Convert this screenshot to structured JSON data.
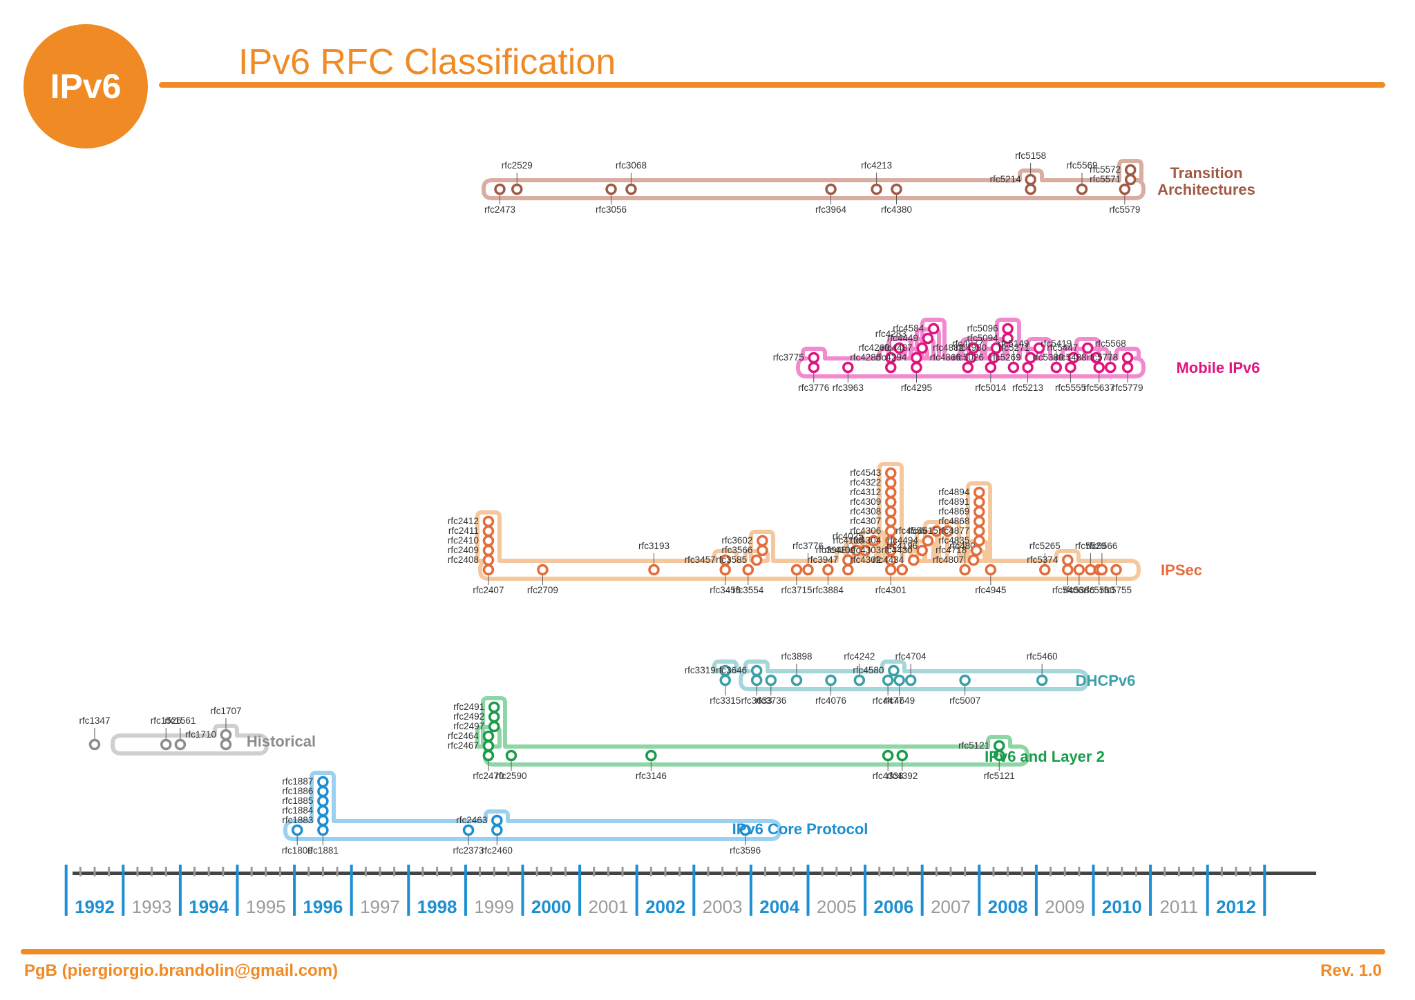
{
  "header": {
    "logo_text": "IPv6",
    "title": "IPv6 RFC Classification"
  },
  "footer": {
    "author": "PgB (piergiorgio.brandolin@gmail.com)",
    "revision": "Rev. 1.0"
  },
  "colors": {
    "accent": "#f08a24",
    "axis": "#444444",
    "year_even": "#1b8fd2",
    "year_odd": "#9a9a9a",
    "label": "#333333"
  },
  "timeline": {
    "years": [
      "1992",
      "1993",
      "1994",
      "1995",
      "1996",
      "1997",
      "1998",
      "1999",
      "2000",
      "2001",
      "2002",
      "2003",
      "2004",
      "2005",
      "2006",
      "2007",
      "2008",
      "2009",
      "2010",
      "2011",
      "2012"
    ]
  },
  "groups": [
    {
      "id": "transition",
      "name_lines": [
        "Transition",
        "Architectures"
      ],
      "color": "#a05a44",
      "band": "#d9aea2",
      "nodes": [
        {
          "year": 1999.1,
          "level": 0,
          "label": "rfc2473"
        },
        {
          "year": 1999.4,
          "level": 0,
          "label": "rfc2529"
        },
        {
          "year": 2001.05,
          "level": 0,
          "label": "rfc3056"
        },
        {
          "year": 2001.4,
          "level": 0,
          "label": "rfc3068"
        },
        {
          "year": 2004.9,
          "level": 0,
          "label": "rfc3964"
        },
        {
          "year": 2005.7,
          "level": 0,
          "label": "rfc4213"
        },
        {
          "year": 2006.05,
          "level": 0,
          "label": "rfc4380"
        },
        {
          "year": 2008.4,
          "level": 0,
          "label": "rfc5158"
        },
        {
          "year": 2008.4,
          "level": 1,
          "label": "rfc5214"
        },
        {
          "year": 2009.3,
          "level": 0,
          "label": "rfc5569"
        },
        {
          "year": 2010.05,
          "level": 0,
          "label": "rfc5579"
        },
        {
          "year": 2010.15,
          "level": 1,
          "label": "rfc5571"
        },
        {
          "year": 2010.15,
          "level": 2,
          "label": "rfc5572"
        }
      ]
    },
    {
      "id": "mobile",
      "name_lines": [
        "Mobile IPv6"
      ],
      "color": "#e0137f",
      "band": "#f28ad0",
      "nodes": [
        {
          "year": 2004.6,
          "level": 0,
          "label": "rfc3776"
        },
        {
          "year": 2004.6,
          "level": 1,
          "label": "rfc3775"
        },
        {
          "year": 2005.2,
          "level": 0,
          "label": "rfc3963"
        },
        {
          "year": 2005.95,
          "level": 0,
          "label": "rfc4283"
        },
        {
          "year": 2005.95,
          "level": 1,
          "label": "rfc4285"
        },
        {
          "year": 2006.1,
          "level": 2,
          "label": "rfc4260"
        },
        {
          "year": 2006.4,
          "level": 0,
          "label": "rfc4295"
        },
        {
          "year": 2006.4,
          "level": 1,
          "label": "rfc4294"
        },
        {
          "year": 2006.5,
          "level": 2,
          "label": "rfc4487"
        },
        {
          "year": 2006.6,
          "level": 3,
          "label": "rfc4449"
        },
        {
          "year": 2006.7,
          "level": 4,
          "label": "rfc4584"
        },
        {
          "year": 2007.3,
          "level": 0,
          "label": "rfc4877"
        },
        {
          "year": 2007.35,
          "level": 1,
          "label": "rfc4866"
        },
        {
          "year": 2007.4,
          "level": 2,
          "label": "rfc4882"
        },
        {
          "year": 2007.7,
          "level": 0,
          "label": "rfc5014"
        },
        {
          "year": 2007.75,
          "level": 1,
          "label": "rfc5026"
        },
        {
          "year": 2007.8,
          "level": 2,
          "label": "rfc4980"
        },
        {
          "year": 2008.0,
          "level": 3,
          "label": "rfc5094"
        },
        {
          "year": 2008.0,
          "level": 4,
          "label": "rfc5096"
        },
        {
          "year": 2008.1,
          "level": 0,
          "label": "rfc5149"
        },
        {
          "year": 2008.35,
          "level": 0,
          "label": "rfc5213"
        },
        {
          "year": 2008.4,
          "level": 1,
          "label": "rfc5269"
        },
        {
          "year": 2008.55,
          "level": 2,
          "label": "rfc5271"
        },
        {
          "year": 2008.85,
          "level": 0,
          "label": "rfc5419"
        },
        {
          "year": 2009.1,
          "level": 0,
          "label": "rfc5555"
        },
        {
          "year": 2009.15,
          "level": 1,
          "label": "rfc5380"
        },
        {
          "year": 2009.4,
          "level": 2,
          "label": "rfc5447"
        },
        {
          "year": 2009.55,
          "level": 1,
          "label": "rfc5488"
        },
        {
          "year": 2009.6,
          "level": 0,
          "label": "rfc5637"
        },
        {
          "year": 2009.8,
          "level": 0,
          "label": "rfc5568"
        },
        {
          "year": 2010.1,
          "level": 0,
          "label": "rfc5779"
        },
        {
          "year": 2010.1,
          "level": 1,
          "label": "rfc5778"
        }
      ]
    },
    {
      "id": "ipsec",
      "name_lines": [
        "IPSec"
      ],
      "color": "#e46c3a",
      "band": "#f5c79c",
      "nodes": [
        {
          "year": 1998.9,
          "level": 0,
          "label": "rfc2407"
        },
        {
          "year": 1998.9,
          "level": 1,
          "label": "rfc2408"
        },
        {
          "year": 1998.9,
          "level": 2,
          "label": "rfc2409"
        },
        {
          "year": 1998.9,
          "level": 3,
          "label": "rfc2410"
        },
        {
          "year": 1998.9,
          "level": 4,
          "label": "rfc2411"
        },
        {
          "year": 1998.9,
          "level": 5,
          "label": "rfc2412"
        },
        {
          "year": 1999.85,
          "level": 0,
          "label": "rfc2709"
        },
        {
          "year": 2001.8,
          "level": 0,
          "label": "rfc3193"
        },
        {
          "year": 2003.05,
          "level": 0,
          "label": "rfc3456"
        },
        {
          "year": 2003.05,
          "level": 1,
          "label": "rfc3457"
        },
        {
          "year": 2003.45,
          "level": 0,
          "label": "rfc3554"
        },
        {
          "year": 2003.6,
          "level": 1,
          "label": "rfc3585"
        },
        {
          "year": 2003.7,
          "level": 2,
          "label": "rfc3566"
        },
        {
          "year": 2003.7,
          "level": 3,
          "label": "rfc3602"
        },
        {
          "year": 2004.3,
          "level": 0,
          "label": "rfc3715"
        },
        {
          "year": 2004.5,
          "level": 0,
          "label": "rfc3776"
        },
        {
          "year": 2004.85,
          "level": 0,
          "label": "rfc3884"
        },
        {
          "year": 2005.2,
          "level": 0,
          "label": "rfc4025"
        },
        {
          "year": 2005.2,
          "level": 1,
          "label": "rfc3947"
        },
        {
          "year": 2005.35,
          "level": 2,
          "label": "rfc3948"
        },
        {
          "year": 2005.5,
          "level": 2,
          "label": "rfc4109"
        },
        {
          "year": 2005.65,
          "level": 3,
          "label": "rfc4106"
        },
        {
          "year": 2005.95,
          "level": 0,
          "label": "rfc4301"
        },
        {
          "year": 2005.95,
          "level": 1,
          "label": "rfc4302"
        },
        {
          "year": 2005.95,
          "level": 2,
          "label": "rfc4303"
        },
        {
          "year": 2005.95,
          "level": 3,
          "label": "rfc4304"
        },
        {
          "year": 2005.95,
          "level": 4,
          "label": "rfc4306"
        },
        {
          "year": 2005.95,
          "level": 5,
          "label": "rfc4307"
        },
        {
          "year": 2005.95,
          "level": 6,
          "label": "rfc4308"
        },
        {
          "year": 2005.95,
          "level": 7,
          "label": "rfc4309"
        },
        {
          "year": 2005.95,
          "level": 8,
          "label": "rfc4312"
        },
        {
          "year": 2005.95,
          "level": 9,
          "label": "rfc4322"
        },
        {
          "year": 2005.95,
          "level": 10,
          "label": "rfc4543"
        },
        {
          "year": 2006.15,
          "level": 0,
          "label": "rfc4196"
        },
        {
          "year": 2006.35,
          "level": 1,
          "label": "rfc4434"
        },
        {
          "year": 2006.5,
          "level": 2,
          "label": "rfc4430"
        },
        {
          "year": 2006.6,
          "level": 3,
          "label": "rfc4494"
        },
        {
          "year": 2006.75,
          "level": 4,
          "label": "rfc4555"
        },
        {
          "year": 2006.95,
          "level": 4,
          "label": "rfc4615"
        },
        {
          "year": 2007.25,
          "level": 0,
          "label": "rfc4809"
        },
        {
          "year": 2007.4,
          "level": 1,
          "label": "rfc4807"
        },
        {
          "year": 2007.45,
          "level": 2,
          "label": "rfc4718"
        },
        {
          "year": 2007.5,
          "level": 3,
          "label": "rfc4835"
        },
        {
          "year": 2007.5,
          "level": 4,
          "label": "rfc4877"
        },
        {
          "year": 2007.5,
          "level": 5,
          "label": "rfc4868"
        },
        {
          "year": 2007.5,
          "level": 6,
          "label": "rfc4869"
        },
        {
          "year": 2007.5,
          "level": 7,
          "label": "rfc4891"
        },
        {
          "year": 2007.5,
          "level": 8,
          "label": "rfc4894"
        },
        {
          "year": 2007.7,
          "level": 0,
          "label": "rfc4945"
        },
        {
          "year": 2008.65,
          "level": 0,
          "label": "rfc5265"
        },
        {
          "year": 2009.05,
          "level": 0,
          "label": "rfc5406"
        },
        {
          "year": 2009.05,
          "level": 1,
          "label": "rfc5374"
        },
        {
          "year": 2009.25,
          "level": 0,
          "label": "rfc5386"
        },
        {
          "year": 2009.45,
          "level": 0,
          "label": "rfc5529"
        },
        {
          "year": 2009.6,
          "level": 0,
          "label": "rfc5560"
        },
        {
          "year": 2009.65,
          "level": 0,
          "label": "rfc5566"
        },
        {
          "year": 2009.9,
          "level": 0,
          "label": "rfc5755"
        }
      ]
    },
    {
      "id": "dhcpv6",
      "name_lines": [
        "DHCPv6"
      ],
      "color": "#3a9fa8",
      "band": "#a5d6d9",
      "nodes": [
        {
          "year": 2003.05,
          "level": 0,
          "label": "rfc3315"
        },
        {
          "year": 2003.05,
          "level": 1,
          "label": "rfc3319"
        },
        {
          "year": 2003.6,
          "level": 0,
          "label": "rfc3633"
        },
        {
          "year": 2003.6,
          "level": 1,
          "label": "rfc3646"
        },
        {
          "year": 2003.85,
          "level": 0,
          "label": "rfc3736"
        },
        {
          "year": 2004.3,
          "level": 0,
          "label": "rfc3898"
        },
        {
          "year": 2004.9,
          "level": 0,
          "label": "rfc4076"
        },
        {
          "year": 2005.4,
          "level": 0,
          "label": "rfc4242"
        },
        {
          "year": 2005.9,
          "level": 0,
          "label": "rfc4477"
        },
        {
          "year": 2006.0,
          "level": 1,
          "label": "rfc4580"
        },
        {
          "year": 2006.1,
          "level": 0,
          "label": "rfc4649"
        },
        {
          "year": 2006.3,
          "level": 0,
          "label": "rfc4704"
        },
        {
          "year": 2007.25,
          "level": 0,
          "label": "rfc5007"
        },
        {
          "year": 2008.6,
          "level": 0,
          "label": "rfc5460"
        }
      ]
    },
    {
      "id": "historical",
      "name_lines": [
        "Historical"
      ],
      "color": "#8c8c8c",
      "band": "#cfcfcf",
      "nodes": [
        {
          "year": 1992.0,
          "level": 0,
          "label": "rfc1347"
        },
        {
          "year": 1993.25,
          "level": 0,
          "label": "rfc1526"
        },
        {
          "year": 1993.5,
          "level": 0,
          "label": "rfc1561"
        },
        {
          "year": 1994.3,
          "level": 0,
          "label": "rfc1707"
        },
        {
          "year": 1994.3,
          "level": 1,
          "label": "rfc1710"
        }
      ]
    },
    {
      "id": "layer2",
      "name_lines": [
        "IPv6 and Layer 2"
      ],
      "color": "#1a9b4b",
      "band": "#8fd6a7",
      "nodes": [
        {
          "year": 1998.9,
          "level": 0,
          "label": "rfc2470"
        },
        {
          "year": 1998.9,
          "level": 1,
          "label": "rfc2467"
        },
        {
          "year": 1998.9,
          "level": 2,
          "label": "rfc2464"
        },
        {
          "year": 1999.0,
          "level": 3,
          "label": "rfc2497"
        },
        {
          "year": 1999.0,
          "level": 4,
          "label": "rfc2492"
        },
        {
          "year": 1999.0,
          "level": 5,
          "label": "rfc2491"
        },
        {
          "year": 1999.3,
          "level": 0,
          "label": "rfc2590"
        },
        {
          "year": 2001.75,
          "level": 0,
          "label": "rfc3146"
        },
        {
          "year": 2005.9,
          "level": 0,
          "label": "rfc4338"
        },
        {
          "year": 2006.15,
          "level": 0,
          "label": "rfc4392"
        },
        {
          "year": 2007.85,
          "level": 0,
          "label": "rfc5121"
        },
        {
          "year": 2007.85,
          "level": 1,
          "label": "rfc5121"
        }
      ]
    },
    {
      "id": "core",
      "name_lines": [
        "IPv6 Core Protocol"
      ],
      "color": "#1b8fd2",
      "band": "#9bd1f0",
      "nodes": [
        {
          "year": 1995.55,
          "level": 0,
          "label": "rfc1809"
        },
        {
          "year": 1996.0,
          "level": 0,
          "label": "rfc1881"
        },
        {
          "year": 1996.0,
          "level": 1,
          "label": "rfc1883"
        },
        {
          "year": 1996.0,
          "level": 2,
          "label": "rfc1884"
        },
        {
          "year": 1996.0,
          "level": 3,
          "label": "rfc1885"
        },
        {
          "year": 1996.0,
          "level": 4,
          "label": "rfc1886"
        },
        {
          "year": 1996.0,
          "level": 5,
          "label": "rfc1887"
        },
        {
          "year": 1998.55,
          "level": 0,
          "label": "rfc2373"
        },
        {
          "year": 1999.05,
          "level": 0,
          "label": "rfc2460"
        },
        {
          "year": 1999.05,
          "level": 1,
          "label": "rfc2463"
        },
        {
          "year": 2003.4,
          "level": 0,
          "label": "rfc3596"
        }
      ]
    }
  ]
}
